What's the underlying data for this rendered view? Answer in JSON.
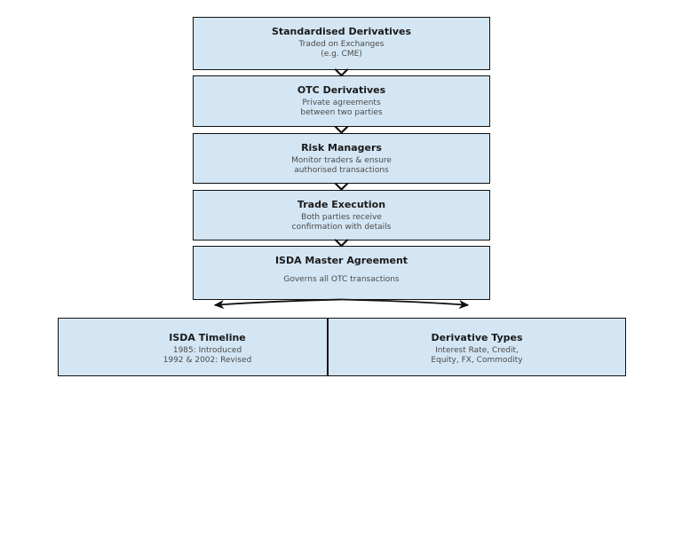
{
  "diagram": {
    "flow_boxes": [
      {
        "title": "Standardised Derivatives",
        "subtitle": "Traded on Exchanges\n(e.g. CME)"
      },
      {
        "title": "OTC Derivatives",
        "subtitle": "Private agreements\nbetween two parties"
      },
      {
        "title": "Risk Managers",
        "subtitle": "Monitor traders & ensure\nauthorised transactions"
      },
      {
        "title": "Trade Execution",
        "subtitle": "Both parties receive\nconfirmation with details"
      },
      {
        "title": "ISDA Master Agreement",
        "subtitle": "Governs all OTC transactions"
      }
    ],
    "bottom_boxes": [
      {
        "title": "ISDA Timeline",
        "subtitle": "1985: Introduced\n1992 & 2002: Revised"
      },
      {
        "title": "Derivative Types",
        "subtitle": "Interest Rate, Credit,\nEquity, FX, Commodity"
      }
    ],
    "colors": {
      "box_fill": "#d4e6f4",
      "box_border": "#111111",
      "title_text": "#1a1a1a",
      "subtitle_text": "#4a4a4a",
      "arrow": "#111111"
    }
  }
}
